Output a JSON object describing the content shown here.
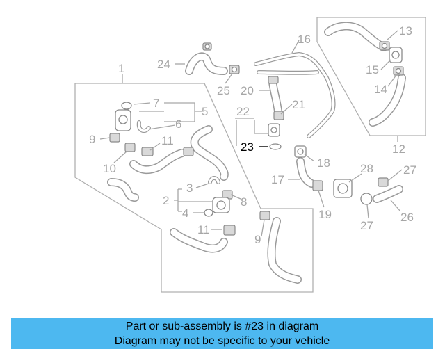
{
  "callouts": {
    "c1": "1",
    "c2": "2",
    "c3": "3",
    "c4": "4",
    "c5": "5",
    "c6": "6",
    "c7": "7",
    "c8": "8",
    "c9a": "9",
    "c9b": "9",
    "c10": "10",
    "c11a": "11",
    "c11b": "11",
    "c12": "12",
    "c13": "13",
    "c14": "14",
    "c15": "15",
    "c16": "16",
    "c17": "17",
    "c18": "18",
    "c19": "19",
    "c20": "20",
    "c21": "21",
    "c22": "22",
    "c23": "23",
    "c24": "24",
    "c25": "25",
    "c26": "26",
    "c27a": "27",
    "c27b": "27",
    "c28": "28"
  },
  "highlighted_callout": "23",
  "colors": {
    "banner_bg": "#4db8f0",
    "callout": "#a6a6a6",
    "highlight": "#000000"
  },
  "banner": {
    "line1": "Part or sub-assembly is #23 in diagram",
    "line2": "Diagram may not be specific to your vehicle"
  }
}
